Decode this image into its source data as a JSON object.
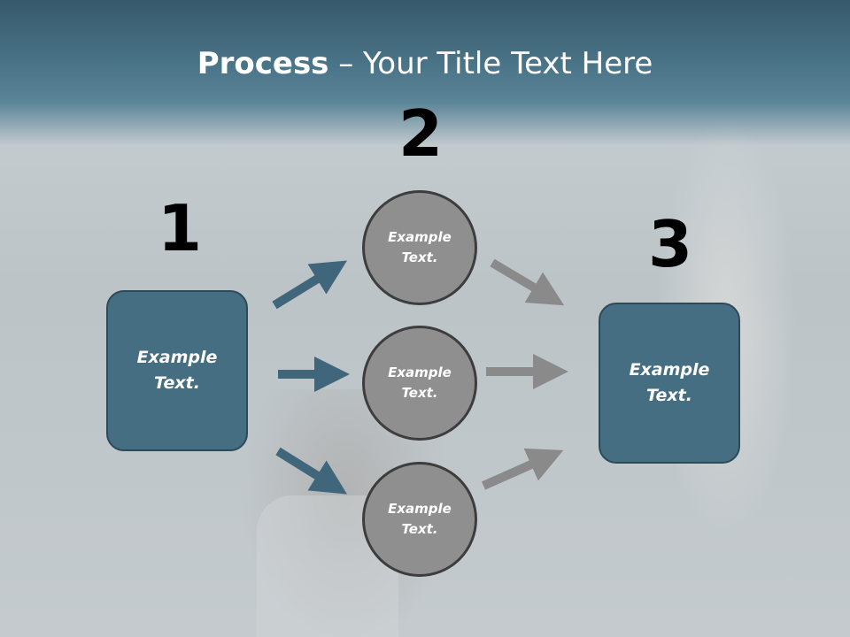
{
  "title": {
    "bold": "Process",
    "rest": " – Your Title Text Here"
  },
  "steps": [
    {
      "number": "1",
      "text": "Example Text."
    },
    {
      "number": "2"
    },
    {
      "number": "3",
      "text": "Example Text."
    }
  ],
  "circles": [
    {
      "text": "Example Text."
    },
    {
      "text": "Example Text."
    },
    {
      "text": "Example Text."
    }
  ],
  "colors": {
    "box_fill": "#456e83",
    "blue_arrow": "#3f667a",
    "gray_arrow": "#8a8a8a",
    "circle_fill": "#8f8f8f"
  }
}
